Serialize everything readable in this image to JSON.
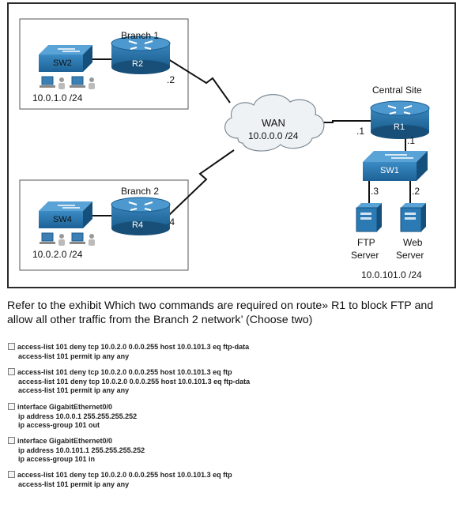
{
  "diagram": {
    "branch1": {
      "title": "Branch 1",
      "switch": "SW2",
      "router": "R2",
      "network": "10.0.1.0 /24",
      "port": ".2"
    },
    "branch2": {
      "title": "Branch 2",
      "switch": "SW4",
      "router": "R4",
      "network": "10.0.2.0 /24",
      "port": ".4"
    },
    "wan": {
      "title": "WAN",
      "network": "10.0.0.0 /24"
    },
    "central": {
      "title": "Central Site",
      "router": "R1",
      "switch": "SW1",
      "wan_port": ".1",
      "lan_port": ".1",
      "ftp_port": ".3",
      "web_port": ".2",
      "network": "10.0.101.0 /24"
    },
    "servers": {
      "ftp_line1": "FTP",
      "ftp_line2": "Server",
      "web_line1": "Web",
      "web_line2": "Server"
    },
    "colors": {
      "device_blue": "#1f6fa3",
      "device_dark": "#17507a",
      "cloud": "#eef2f5"
    }
  },
  "question": "Refer to the exhibit Which two commands are required on route» R1 to block FTP and allow all other traffic from the Branch 2 network’ (Choose two)",
  "options": [
    {
      "lines": [
        "access-list 101 deny tcp 10.0.2.0 0.0.0.255 host 10.0.101.3 eq ftp-data",
        "access-list 101 permit ip any any"
      ]
    },
    {
      "lines": [
        "access-list 101 deny tcp 10.0.2.0 0.0.0.255 host 10.0.101.3 eq ftp",
        "access-list 101 deny tcp 10.0.2.0 0.0.0.255 host 10.0.101.3 eq ftp-data",
        "access-list 101 permit ip any any"
      ]
    },
    {
      "lines": [
        "interface GigabitEthernet0/0",
        "ip address 10.0.0.1 255.255.255.252",
        "ip access-group 101 out"
      ]
    },
    {
      "lines": [
        "interface GigabitEthernet0/0",
        "ip address 10.0.101.1 255.255.255.252",
        "ip access-group 101 in"
      ]
    },
    {
      "lines": [
        "access-list 101 deny tcp 10.0.2.0 0.0.0.255 host 10.0.101.3 eq ftp",
        "access-list 101 permit ip any any"
      ]
    }
  ]
}
